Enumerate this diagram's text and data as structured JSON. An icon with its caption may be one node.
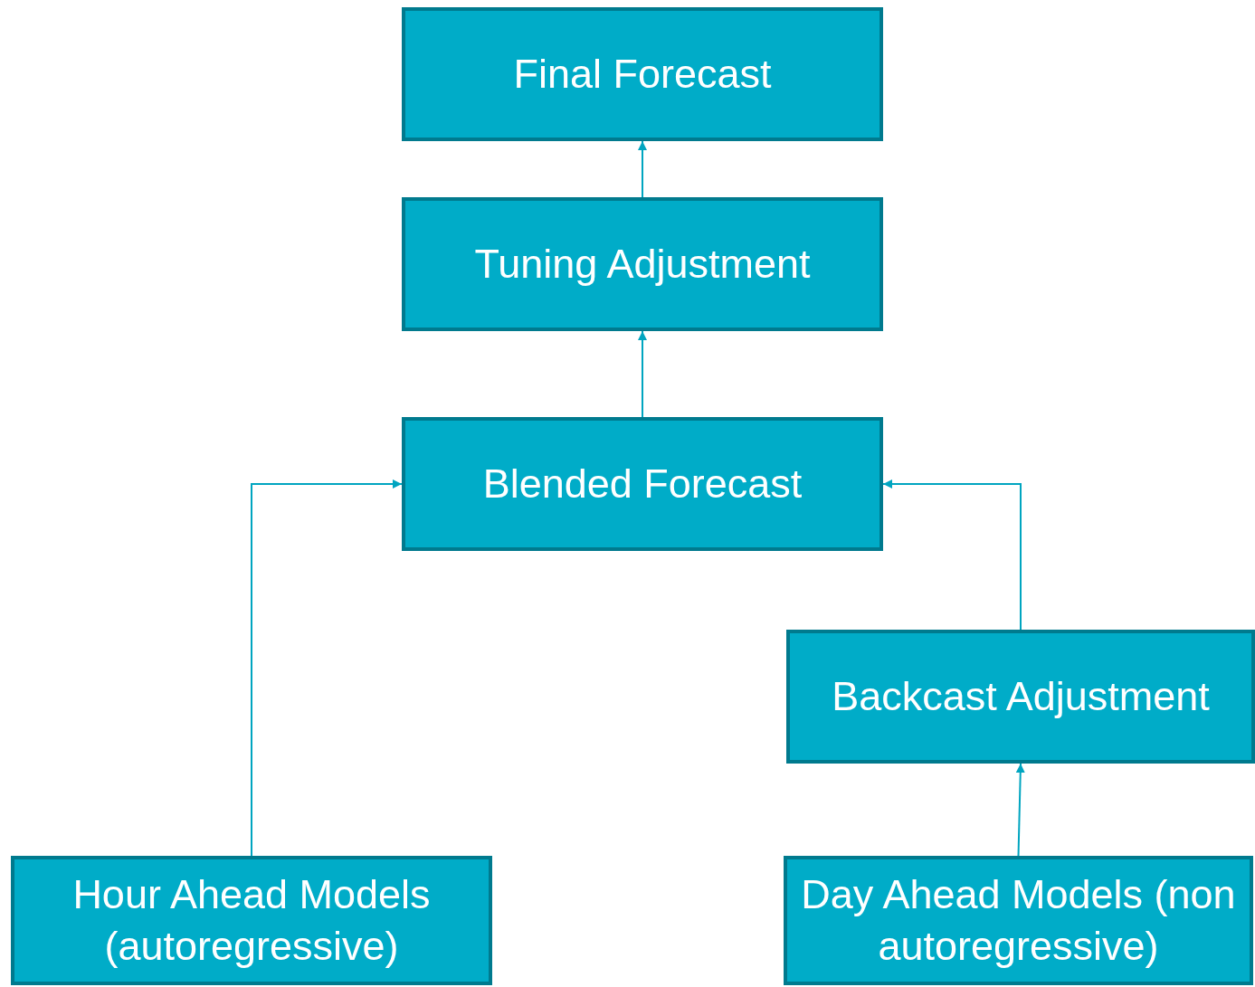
{
  "diagram": {
    "nodes": [
      {
        "text": [
          "Final Forecast"
        ]
      },
      {
        "text": [
          "Tuning Adjustment"
        ]
      },
      {
        "text": [
          "Blended Forecast"
        ]
      },
      {
        "text": [
          "Backcast Adjustment"
        ]
      },
      {
        "text": [
          "Hour Ahead Models (autoregressive)"
        ]
      },
      {
        "text": [
          "Day Ahead Models (non autoregressive)"
        ]
      }
    ],
    "edges": [
      {
        "from": 1,
        "to": 0,
        "arrow": "to"
      },
      {
        "from": 2,
        "to": 1,
        "arrow": "to"
      },
      {
        "from": 4,
        "to": 2,
        "arrow": "to"
      },
      {
        "from": 3,
        "to": 2,
        "arrow": "to"
      },
      {
        "from": 5,
        "to": 3,
        "arrow": "to"
      }
    ]
  }
}
